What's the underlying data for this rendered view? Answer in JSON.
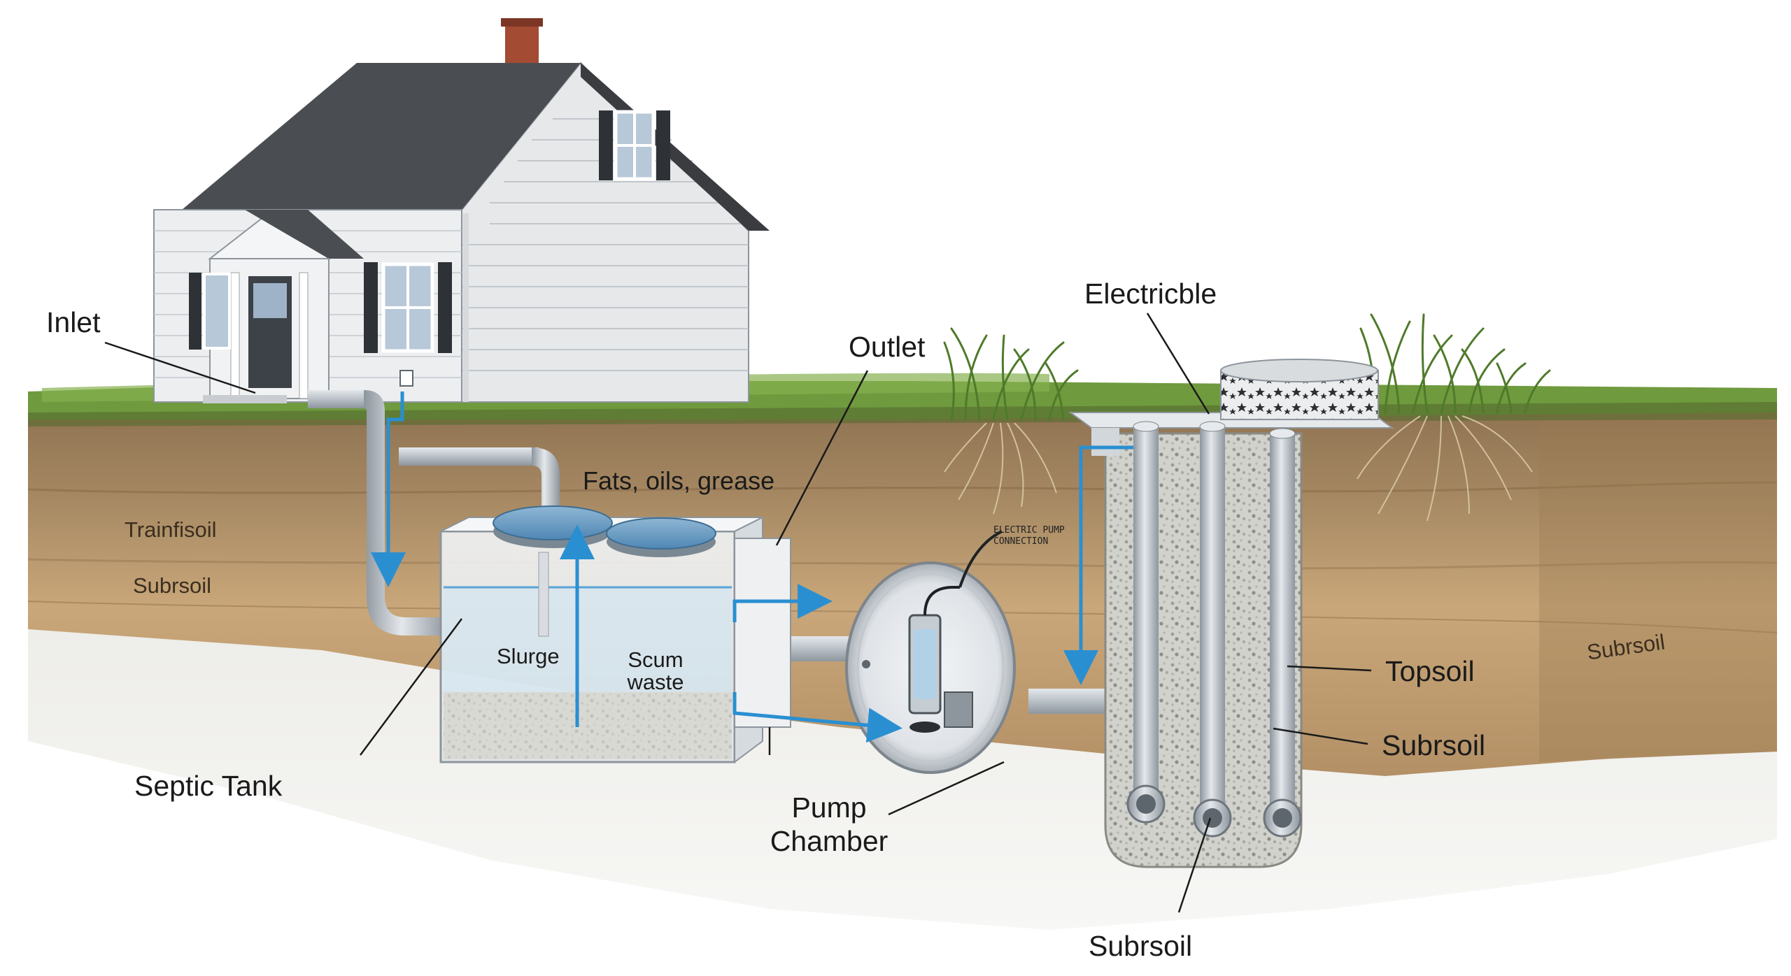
{
  "labels": {
    "inlet": "Inlet",
    "outlet": "Outlet",
    "fats": "Fats, oils, grease",
    "electricble": "Electricble",
    "trainfisoil": "Trainfisoil",
    "subrsoil_left": "Subrsoil",
    "sluge": "Slurge",
    "scum_line1": "Scum",
    "scum_line2": "waste",
    "septic_tank": "Septic Tank",
    "pump_line1": "Pump",
    "pump_line2": "Chamber",
    "topsoil": "Topsoil",
    "subrsoil_right": "Subrsoil",
    "subrsoil_far": "Subrsoil",
    "subrsoil_bottom": "Subrsoil",
    "pump_tag_line1": "ELECTRIC PUMP",
    "pump_tag_line2": "CONNECTION"
  },
  "colors": {
    "grass": "#6f9a3e",
    "topsoil": "#a58862",
    "subsoil": "#c9a77a",
    "gravel": "#d9d8d2",
    "pipe": "#b8bec4",
    "flow": "#2a8fd1",
    "house": "#e6e8ea",
    "roof": "#4a4d52"
  }
}
